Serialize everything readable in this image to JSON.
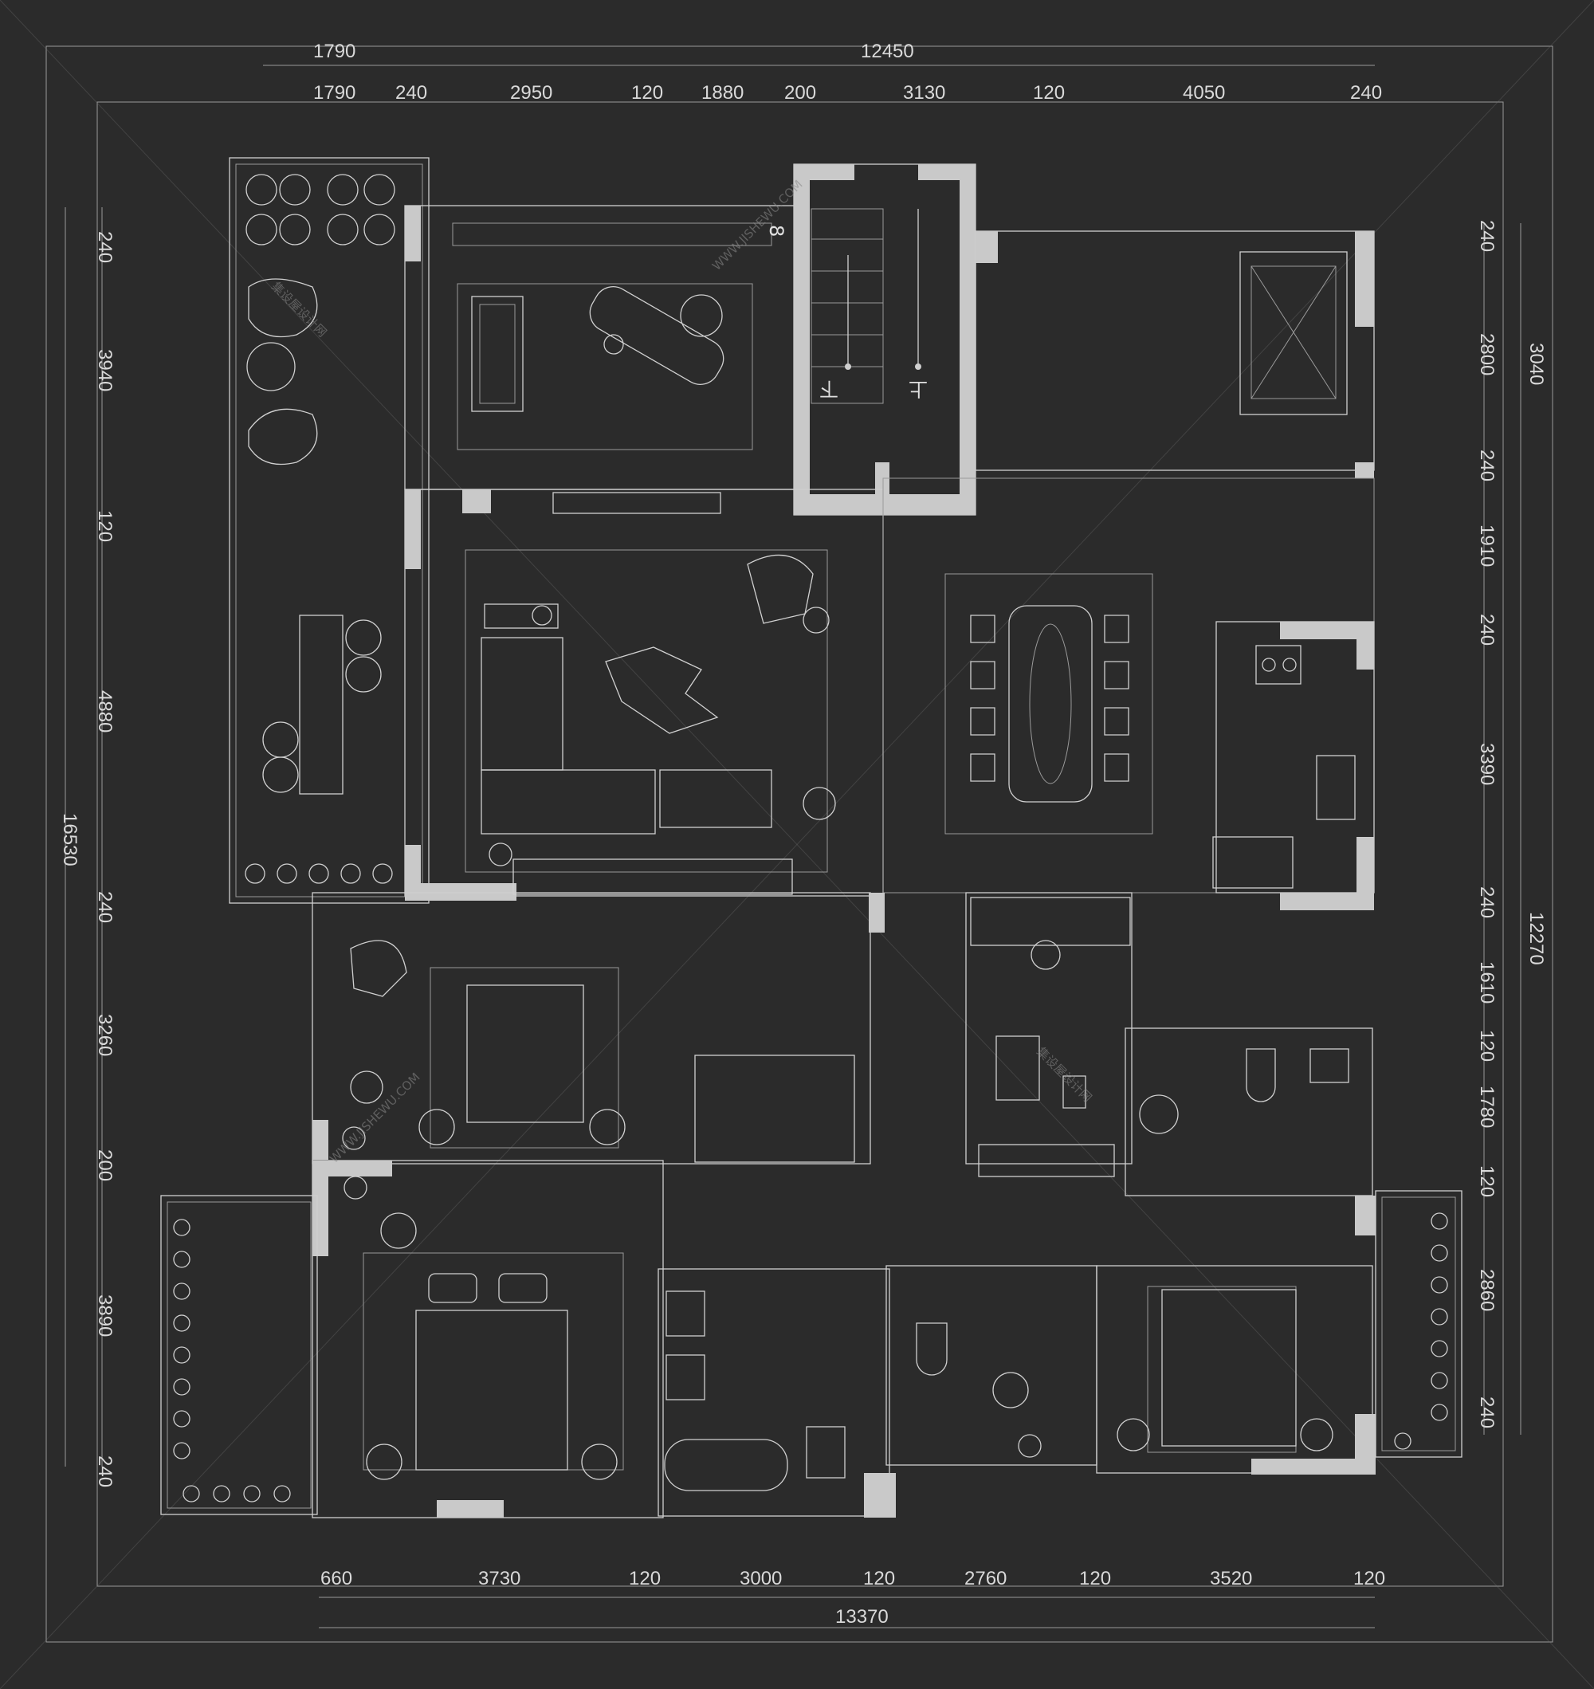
{
  "dimensions": {
    "top_overall": [
      "1790",
      "12450"
    ],
    "top_detail": [
      "1790",
      "240",
      "2950",
      "120",
      "1880",
      "200",
      "3130",
      "120",
      "4050",
      "240"
    ],
    "bottom_detail": [
      "660",
      "3730",
      "120",
      "3000",
      "120",
      "2760",
      "120",
      "3520",
      "120"
    ],
    "bottom_overall": [
      "13370"
    ],
    "left_detail": [
      "240",
      "3940",
      "120",
      "4880",
      "240",
      "3260",
      "200",
      "3890",
      "240"
    ],
    "left_overall": [
      "16530"
    ],
    "right_detail": [
      "240",
      "2800",
      "240",
      "1910",
      "240",
      "3390",
      "240",
      "1610",
      "120",
      "1780",
      "120",
      "2860",
      "240"
    ],
    "right_overall": [
      "3040",
      "12270"
    ]
  },
  "stair_labels": {
    "down": "下",
    "up": "上"
  },
  "stair_number": "8",
  "watermark": {
    "text_cn": "集设屋设计网",
    "text_url": "WWW.JISHEWU.COM"
  },
  "colors": {
    "background": "#2b2b2b",
    "lines": "#cfcfcf",
    "walls": "#c9c9c9"
  }
}
